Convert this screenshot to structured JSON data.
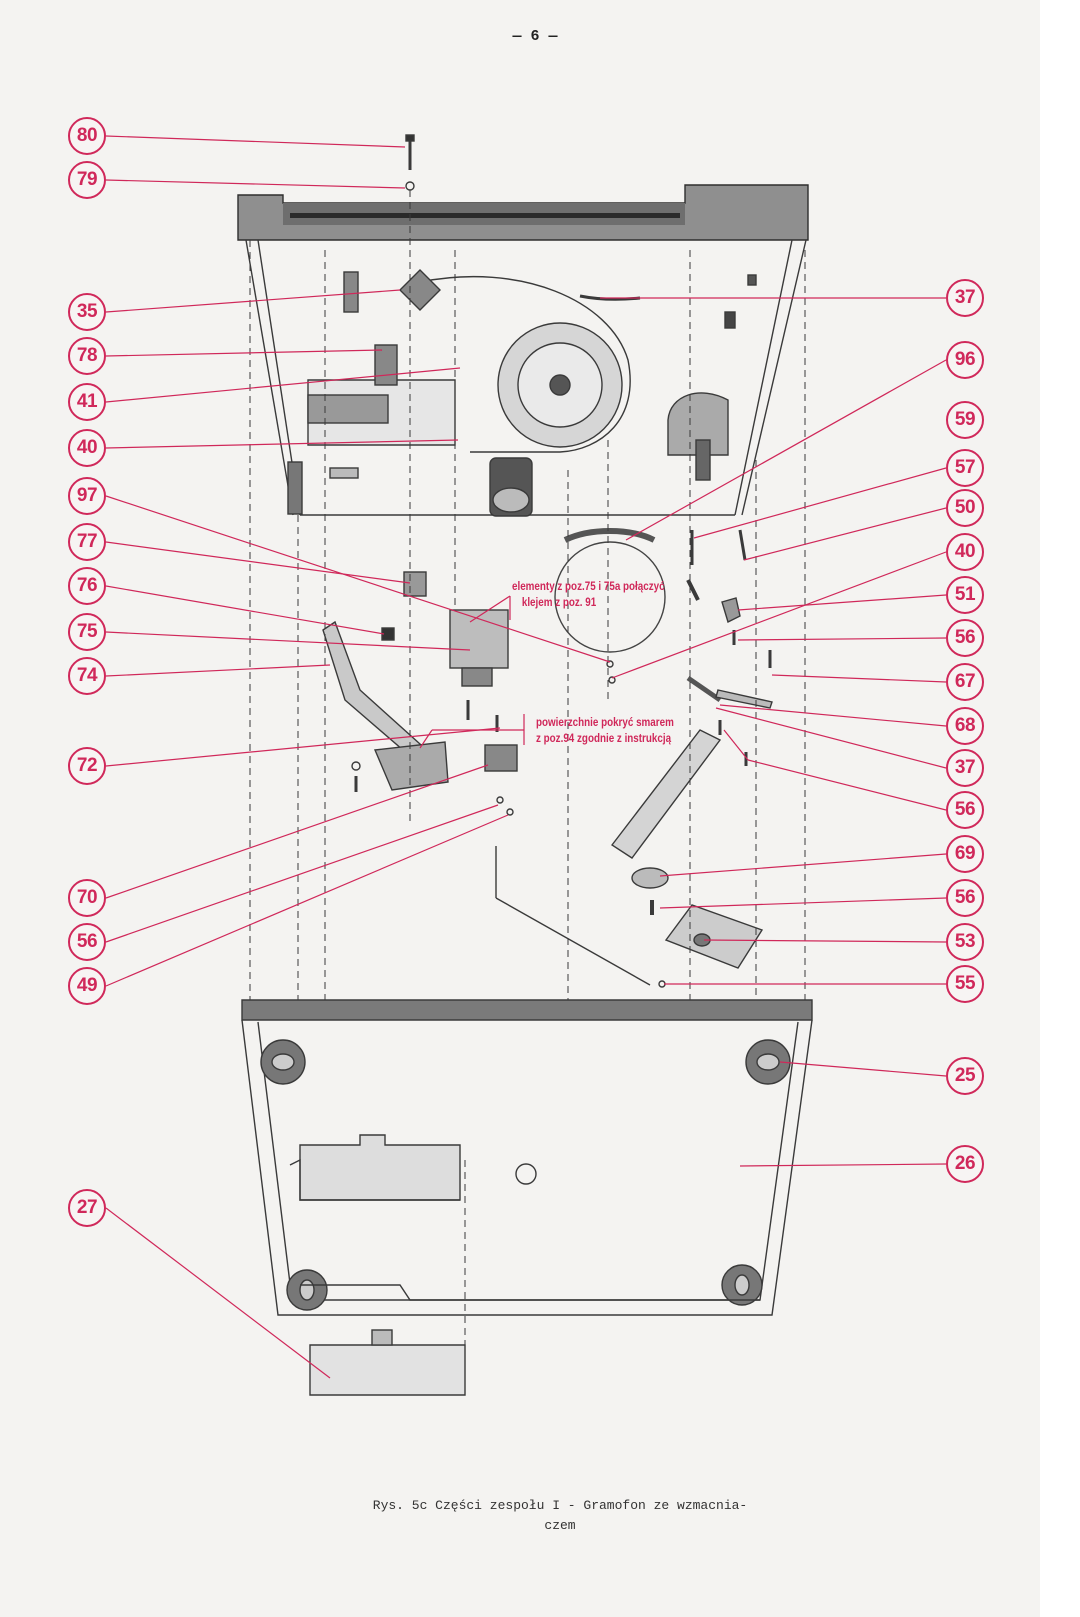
{
  "page_number": "— 6 —",
  "callouts": {
    "left": [
      "80",
      "79",
      "35",
      "78",
      "41",
      "40",
      "97",
      "77",
      "76",
      "75",
      "74",
      "72",
      "70",
      "56",
      "49",
      "27"
    ],
    "right": [
      "37",
      "96",
      "59",
      "57",
      "50",
      "40",
      "51",
      "56",
      "67",
      "68",
      "37",
      "56",
      "69",
      "56",
      "53",
      "55",
      "25",
      "26"
    ]
  },
  "notes": {
    "glue_line1": "elementy z poz.75 i 75a połączyć",
    "glue_line2": "klejem z poz. 91",
    "grease_line1": "powierzchnie pokryć smarem",
    "grease_line2": "z poz.94 zgodnie z instrukcją"
  },
  "caption": {
    "line1": "Rys. 5c Części zespołu I - Gramofon ze wzmacnia-",
    "line2": "czem"
  },
  "colors": {
    "callout": "#d0285a",
    "drawing": "#3a3a3a",
    "paper": "#f4f3f1"
  }
}
